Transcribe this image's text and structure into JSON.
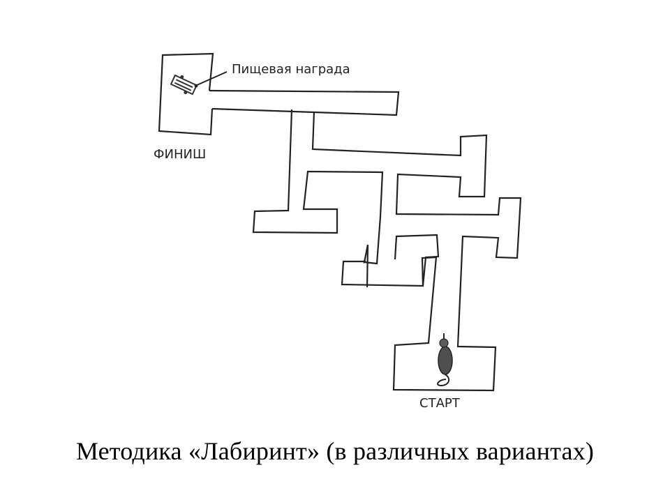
{
  "diagram": {
    "labels": {
      "food_reward": "Пищевая награда",
      "finish": "ФИНИШ",
      "start": "СТАРТ"
    }
  },
  "caption": "Методика «Лабиринт» (в различных вариантах)"
}
